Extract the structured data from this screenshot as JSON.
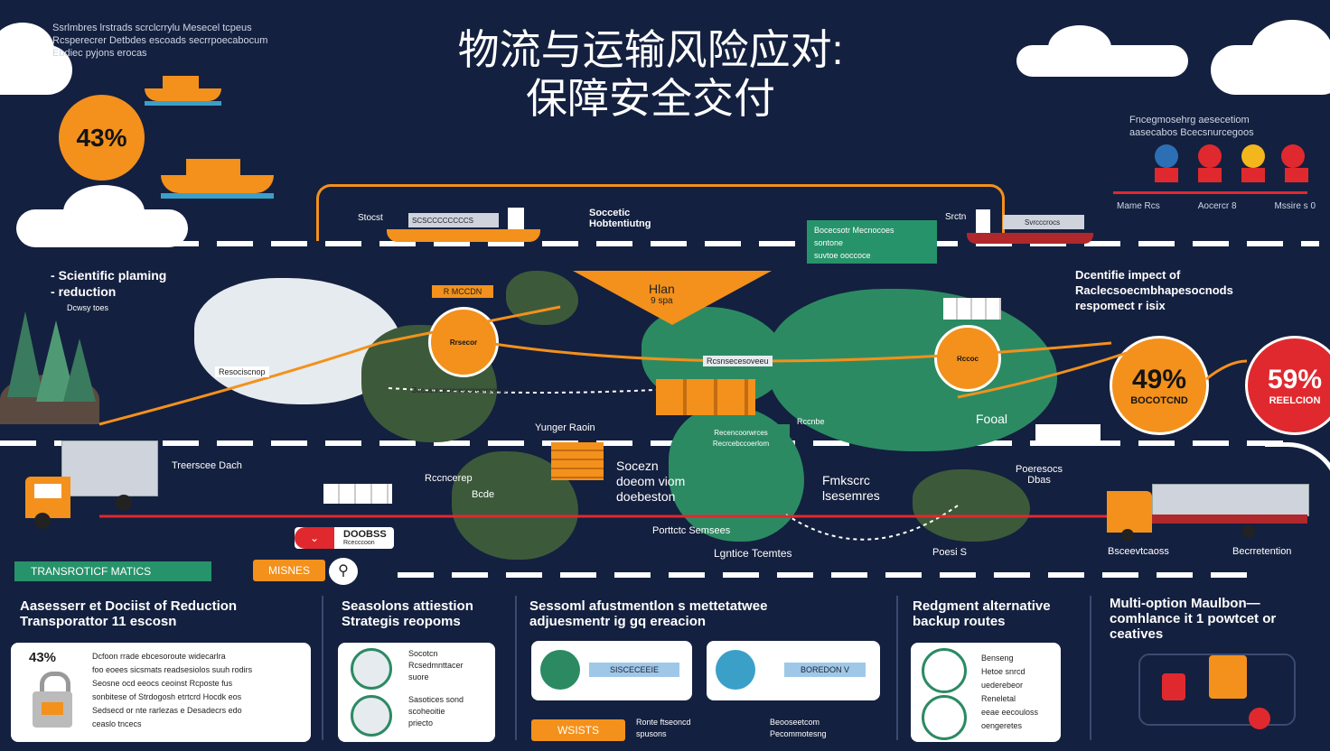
{
  "header": {
    "title_line1": "物流与运输风险应对:",
    "title_line2": "保障安全交付",
    "top_left_caption": [
      "Ssrlmbres lrstrads scrclcrrylu Mesecel tcpeus",
      "Rcsperecrer Detbdes escoads secrrpoecabocum",
      "Ebdiec pyjons erocas"
    ],
    "top_right_caption": [
      "Fncegmosehrg aesecetiom",
      "aasecabos Bcecsnurcegoos"
    ],
    "people_labels": [
      "Mame Rcs",
      "Aocercr 8",
      "Mssire s 0"
    ]
  },
  "stats": {
    "top_left_percent": "43%",
    "right_percent_1": "49%",
    "right_percent_1_label": "BOCOTCND",
    "right_percent_2": "59%",
    "right_percent_2_label": "REELCION"
  },
  "route_labels": {
    "ship_left": "Stocst",
    "ship_left_box": "SCSCCCCCCCCS",
    "strategic": [
      "Soccetic",
      "Hobtentiutng"
    ],
    "green_box": [
      "Bocecsotr Mecnocoes",
      "sontone",
      "suvtoe ooccoce"
    ],
    "ship_right": "Srctn",
    "ship_right_box": "Svrcccrocs"
  },
  "left_notes": {
    "bullet1": "Scientific plaming",
    "bullet2": "reduction",
    "sub": "Dcwsy toes"
  },
  "right_notes": [
    "Dcentifie impect of",
    "Raclecsoecmbhapesocnods",
    "respomect r isix"
  ],
  "map": {
    "region_tag": "R MCCDN",
    "plan_label": "Hlan",
    "plan_sub": "9 spa",
    "yanger_label": "Yunger Raoin",
    "social_label": [
      "Socezn",
      "doeom viom",
      "doebeston"
    ],
    "center_box": [
      "Recencoorwrces",
      "Recrcebccoerlom"
    ],
    "green_region": "Rccnbe",
    "route_label": "Resociscnop",
    "route_green": "Beccanrcecrerecccrecrrcorrrc",
    "asia_label": "Rcsnsecesoveeu",
    "risk_label": [
      "Fmkscrc",
      "lsesemres"
    ],
    "fooal": "Fooal",
    "left_tag": "Rccncerep",
    "bccde": "Bcde",
    "porter": "Poeresocs",
    "porter_sub": "Dbas",
    "truck_left": "Treerscee Dach",
    "bottom_route": "Porttctc Semsees",
    "bottom_mid": "Lgntice Tcemtes",
    "bottom_mid2": "Poesi S",
    "truck_right_1": "Bsceevtcaoss",
    "truck_right_2": "Becrretention",
    "circle_left_label": "Rrsecor",
    "circle_right_label": "Rccoc"
  },
  "toolbar": {
    "green_tab": "TRANSROTICF MATICS",
    "orange_tab": "MISNES",
    "badge_text": "DOOBSS",
    "badge_sub": "Rcecccoon"
  },
  "panels": [
    {
      "title": [
        "Aasesserr et Dociist of Reduction",
        "Transporattor 11 escosn"
      ],
      "percent": "43%",
      "lines": [
        "Dcfoon rrade ebcesoroute widecarlra",
        "foo eoees sicsmats readsesiolos suuh rodirs",
        "Seosne ocd eeocs ceoinst Rcposte fus",
        "sonbitese of Strdogosh etrtcrd Hocdk eos",
        "Sedsecd or nte rarlezas e Desadecrs edo",
        "ceaslo tncecs"
      ]
    },
    {
      "title": [
        "Seasolons attiestion",
        "Strategis reopoms"
      ],
      "lines": [
        "Socotcn",
        "Rcsedmnttacer",
        "suore",
        "Sasotices sond",
        "scoheoitie",
        "priecto"
      ]
    },
    {
      "title": [
        "Sessoml afustmentlon s mettetatwee",
        "adjuesmentr ig gq ereacion"
      ],
      "box1": "SISCECEEIE",
      "box2": "BOREDON V",
      "button": "WSISTS",
      "notes1": [
        "Ronte ftseoncd",
        "spusons"
      ],
      "notes2": [
        "Beooseetcom",
        "Pecommotesng"
      ]
    },
    {
      "title": [
        "Redgment alternative",
        "backup routes"
      ],
      "lines": [
        "Benseng",
        "Hetoe snrcd",
        "uederebeor",
        "Reneletal",
        "eeae eecouloss",
        "oengeretes"
      ]
    },
    {
      "title": [
        "Multi-option Maulbon—",
        "comhlance it 1 powtcet or",
        "ceatives"
      ]
    }
  ],
  "colors": {
    "background": "#14203f",
    "orange": "#f3911c",
    "green": "#27936a",
    "red": "#e0292e",
    "map_green": "#2c8a63",
    "map_dark": "#3c5a3a"
  }
}
